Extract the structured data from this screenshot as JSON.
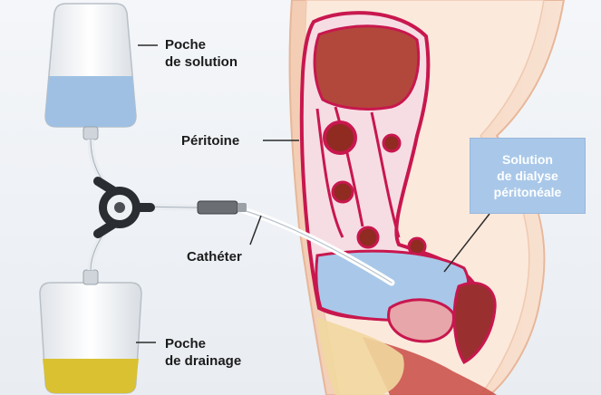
{
  "labels": {
    "poche_solution": [
      "Poche",
      "de solution"
    ],
    "peritoine": "Péritoine",
    "catheter": "Cathéter",
    "poche_drainage": [
      "Poche",
      "de drainage"
    ],
    "solution_dialyse": [
      "Solution",
      "de dialyse",
      "péritonéale"
    ]
  },
  "colors": {
    "peritoneum": "#c8174e",
    "liver": "#b2483c",
    "dialysate": "#a9c8e9",
    "drain_fluid": "#d9c132",
    "skin": "#f5d4bd"
  }
}
